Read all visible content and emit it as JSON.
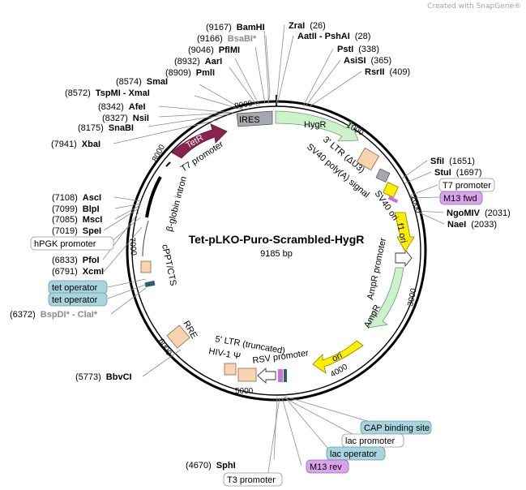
{
  "credit": "Created with SnapGene®",
  "plasmid": {
    "name": "Tet-pLKO-Puro-Scrambled-HygR",
    "size": "9185 bp"
  },
  "ticks": [
    "1000",
    "2000",
    "3000",
    "4000",
    "5000",
    "6000",
    "7000",
    "8000",
    "9000"
  ],
  "features": {
    "IRES": "IRES",
    "HygR": "HygR",
    "TetR": "TetR",
    "T7_promoter": "T7 promoter",
    "beta_globin": "β-globin intron",
    "cPPT": "cPPT/CTS",
    "RRE": "RRE",
    "LTR5": "5' LTR (truncated)",
    "HIV": "HIV-1 Ψ",
    "RSV": "RSV promoter",
    "ori": "ori",
    "AmpR": "AmpR",
    "AmpR_promoter": "AmpR promoter",
    "f1_ori": "f1 ori",
    "SV40_ori": "SV40 ori",
    "LTR3": "3' LTR (ΔU3)",
    "SV40_polyA": "SV40 poly(A) signal"
  },
  "sites": {
    "BamHI": {
      "pos": "(9167)",
      "name": "BamHI"
    },
    "BsaBI": {
      "pos": "(9166)",
      "name": "BsaBI*"
    },
    "PflMI": {
      "pos": "(9046)",
      "name": "PflMI"
    },
    "AarI": {
      "pos": "(8932)",
      "name": "AarI"
    },
    "PmlI": {
      "pos": "(8909)",
      "name": "PmlI"
    },
    "SmaI": {
      "pos": "(8574)",
      "name": "SmaI"
    },
    "TspMI": {
      "pos": "(8572)",
      "name": "TspMI - XmaI"
    },
    "AfeI": {
      "pos": "(8342)",
      "name": "AfeI"
    },
    "NsiI": {
      "pos": "(8327)",
      "name": "NsiI"
    },
    "SnaBI": {
      "pos": "(8175)",
      "name": "SnaBI"
    },
    "XbaI": {
      "pos": "(7941)",
      "name": "XbaI"
    },
    "AscI": {
      "pos": "(7108)",
      "name": "AscI"
    },
    "BlpI": {
      "pos": "(7099)",
      "name": "BlpI"
    },
    "MscI": {
      "pos": "(7085)",
      "name": "MscI"
    },
    "SpeI": {
      "pos": "(7019)",
      "name": "SpeI"
    },
    "PfoI": {
      "pos": "(6833)",
      "name": "PfoI"
    },
    "XcmI": {
      "pos": "(6791)",
      "name": "XcmI"
    },
    "BspDI": {
      "pos": "(6372)",
      "name": "BspDI* - ClaI*"
    },
    "BbvCI": {
      "pos": "(5773)",
      "name": "BbvCI"
    },
    "SphI": {
      "pos": "(4670)",
      "name": "SphI"
    },
    "ZraI": {
      "pos": "(26)",
      "name": "ZraI"
    },
    "AatII": {
      "pos": "(28)",
      "name": "AatII - PshAI"
    },
    "PstI": {
      "pos": "(338)",
      "name": "PstI"
    },
    "AsiSI": {
      "pos": "(365)",
      "name": "AsiSI"
    },
    "RsrII": {
      "pos": "(409)",
      "name": "RsrII"
    },
    "SfiI": {
      "pos": "(1651)",
      "name": "SfiI"
    },
    "StuI": {
      "pos": "(1697)",
      "name": "StuI"
    },
    "NgoMIV": {
      "pos": "(2031)",
      "name": "NgoMIV"
    },
    "NaeI": {
      "pos": "(2033)",
      "name": "NaeI"
    }
  },
  "bubbles": {
    "hPGK": "hPGK promoter",
    "tet_op1": "tet operator",
    "tet_op2": "tet operator",
    "T7_prom_r": "T7 promoter",
    "M13_fwd": "M13 fwd",
    "CAP": "CAP binding site",
    "lac_prom": "lac promoter",
    "lac_op": "lac operator",
    "M13_rev": "M13 rev",
    "T3_prom": "T3 promoter"
  },
  "colors": {
    "TetR": "#8b2350",
    "IRES": "#a5a9ad",
    "HygR": "#ccf2cc",
    "AmpR": "#ccf2cc",
    "ori": "#ffee00",
    "f1_ori": "#ffee00",
    "LTR": "#f9d4b0",
    "promoter_white": "#ffffff",
    "bubble_blue": "#a8d4dd",
    "bubble_purple": "#d8a4ec",
    "bubble_white": "#ffffff"
  }
}
